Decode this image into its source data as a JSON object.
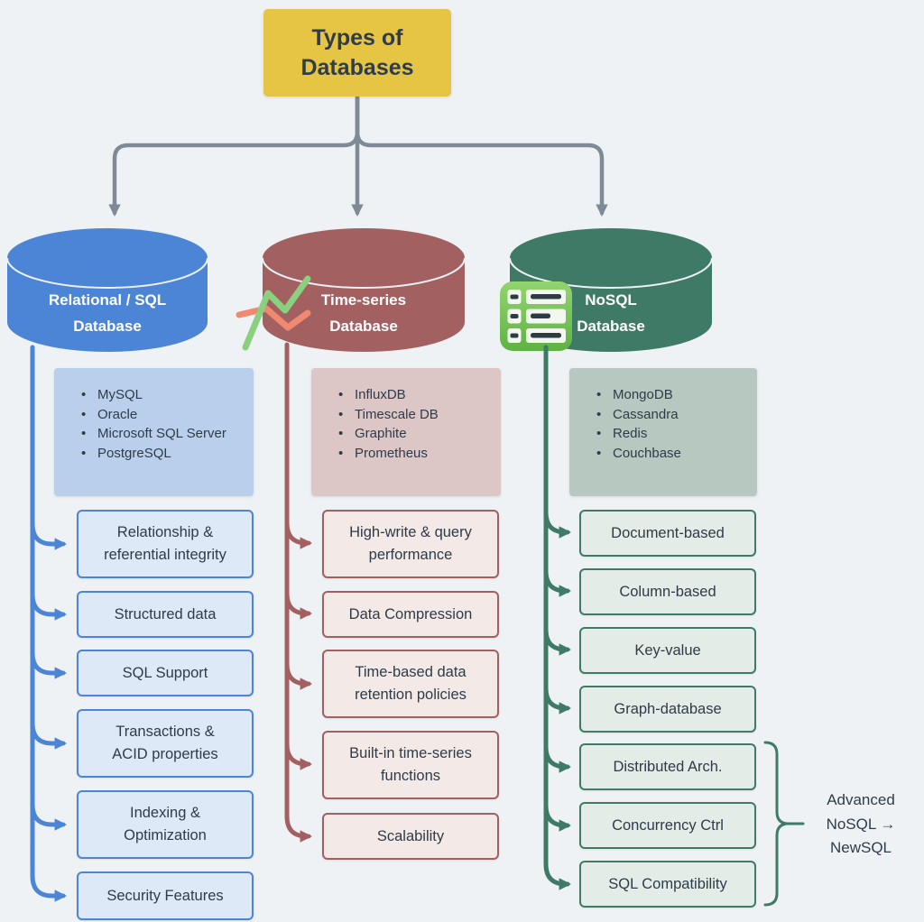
{
  "title": {
    "line1": "Types of",
    "line2": "Databases"
  },
  "columns": [
    {
      "name": "Relational / SQL Database",
      "label_line1": "Relational / SQL",
      "label_line2": "Database",
      "accent": "#4c84d6",
      "fill_light": "#dde9f7",
      "examples": [
        "MySQL",
        "Oracle",
        "Microsoft SQL Server",
        "PostgreSQL"
      ],
      "features": [
        [
          "Relationship &",
          "referential integrity"
        ],
        [
          "Structured data"
        ],
        [
          "SQL Support"
        ],
        [
          "Transactions &",
          "ACID properties"
        ],
        [
          "Indexing &",
          "Optimization"
        ],
        [
          "Security Features"
        ]
      ]
    },
    {
      "name": "Time-series Database",
      "label_line1": "Time-series",
      "label_line2": "Database",
      "accent": "#a26061",
      "fill_light": "#f3e9e7",
      "examples": [
        "InfluxDB",
        "Timescale DB",
        "Graphite",
        "Prometheus"
      ],
      "features": [
        [
          "High-write & query",
          "performance"
        ],
        [
          "Data Compression"
        ],
        [
          "Time-based data",
          "retention policies"
        ],
        [
          "Built-in time-series",
          "functions"
        ],
        [
          "Scalability"
        ]
      ]
    },
    {
      "name": "NoSQL Database",
      "label_line1": "NoSQL",
      "label_line2": "Database",
      "accent": "#3f7a66",
      "fill_light": "#e4ece7",
      "examples": [
        "MongoDB",
        "Cassandra",
        "Redis",
        "Couchbase"
      ],
      "features": [
        [
          "Document-based"
        ],
        [
          "Column-based"
        ],
        [
          "Key-value"
        ],
        [
          "Graph-database"
        ],
        [
          "Distributed Arch."
        ],
        [
          "Concurrency Ctrl"
        ],
        [
          "SQL Compatibility"
        ]
      ]
    }
  ],
  "annotation": {
    "line1": "Advanced",
    "line2": "NoSQL →",
    "line3": "NewSQL"
  },
  "icons": {
    "time_series": "line-chart-icon",
    "nosql": "table-icon",
    "line_chart_green": "#8bd07f",
    "line_chart_salmon": "#ef8a70"
  },
  "colors": {
    "background": "#eff2f5",
    "title_bg": "#e7c544",
    "connector_gray": "#7e8a96",
    "text_dark": "#2e3b48",
    "cylinder_blue": "#4c84d6",
    "cylinder_red": "#a26061",
    "cylinder_green": "#3f7a66",
    "list_blue": "#b9cfeb",
    "list_red": "#dcc7c6",
    "list_green": "#b7c8c0"
  }
}
